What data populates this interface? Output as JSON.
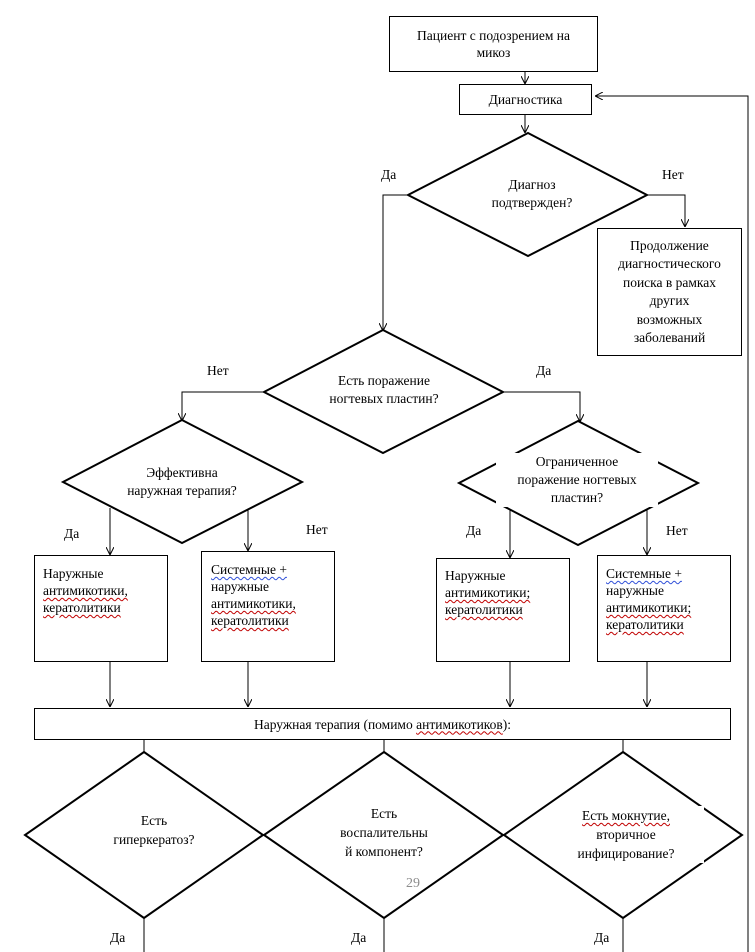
{
  "start": {
    "line1": "Пациент с подозрением на",
    "line2": "микоз"
  },
  "diagnostics": "Диагностика",
  "decisions": {
    "diagnosis_confirmed": {
      "line1": "Диагноз",
      "line2": "подтвержден?"
    },
    "nail_lesion": {
      "line1": "Есть поражение",
      "line2": "ногтевых пластин?"
    },
    "external_effective": {
      "line1": "Эффективна",
      "line2": "наружная терапия?"
    },
    "limited_lesion": {
      "line1": "Ограниченное",
      "line2": "поражение ногтевых",
      "line3": "пластин?"
    },
    "hyperkeratosis": {
      "line1": "Есть",
      "line2": "гиперкератоз?"
    },
    "inflammatory": {
      "line1": "Есть",
      "line2": "воспалительны",
      "line3": "й компонент?"
    },
    "weeping": {
      "line1": "Есть мокнутие,",
      "line2": "вторичное",
      "line3": "инфицирование?"
    }
  },
  "continue_search": {
    "line1": "Продолжение",
    "line2": "диагностического",
    "line3": "поиска в рамках",
    "line4": "других",
    "line5": "возможных",
    "line6": "заболеваний"
  },
  "treatments": {
    "left_external": {
      "line1": "Наружные",
      "line2": "антимикотики,",
      "line3": "кератолитики"
    },
    "left_systemic": {
      "line1": "Системные  +",
      "line2": "наружные",
      "line3": "антимикотики,",
      "line4": "кератолитики"
    },
    "right_external": {
      "line1": "Наружные",
      "line2": "антимикотики;",
      "line3": "кератолитики"
    },
    "right_systemic": {
      "line1": "Системные  +",
      "line2": "наружные",
      "line3": "антимикотики;",
      "line4": "кератолитики"
    }
  },
  "external_therapy_bar": {
    "prefix": "Наружная терапия (помимо ",
    "word": "антимикотиков",
    "suffix": "):"
  },
  "labels": {
    "yes": "Да",
    "no": "Нет"
  },
  "page_number": "29"
}
